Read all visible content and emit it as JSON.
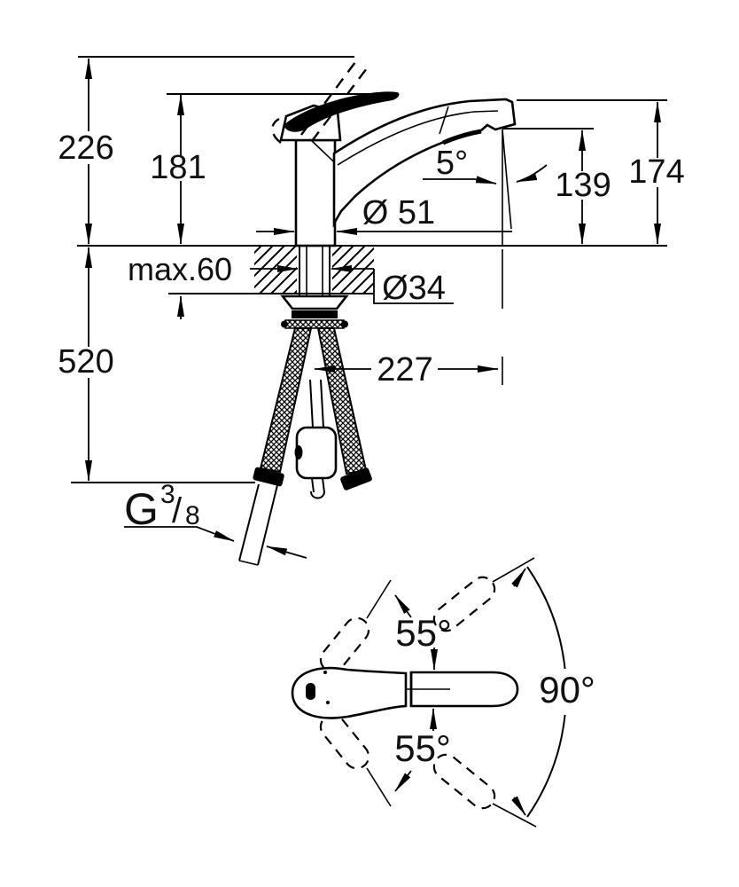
{
  "drawing": {
    "background": "#ffffff",
    "line_color": "#000000",
    "description": "Kitchen faucet technical dimension drawing, side view with installation parts and top view with handle swivel angles"
  },
  "side_view": {
    "total_height": "226",
    "body_height": "181",
    "spout_height": "174",
    "outlet_height": "139",
    "outlet_angle": "5°",
    "base_diameter": "Ø 51",
    "max_deck": "max.60",
    "hole_diameter": "Ø34",
    "below_deck_length": "520",
    "spout_reach": "227",
    "thread_g": "G",
    "thread_num": "3",
    "thread_slash": "/",
    "thread_den": "8"
  },
  "top_view": {
    "swing_upper": "55°",
    "swing_lower": "55°",
    "swivel": "90°"
  }
}
